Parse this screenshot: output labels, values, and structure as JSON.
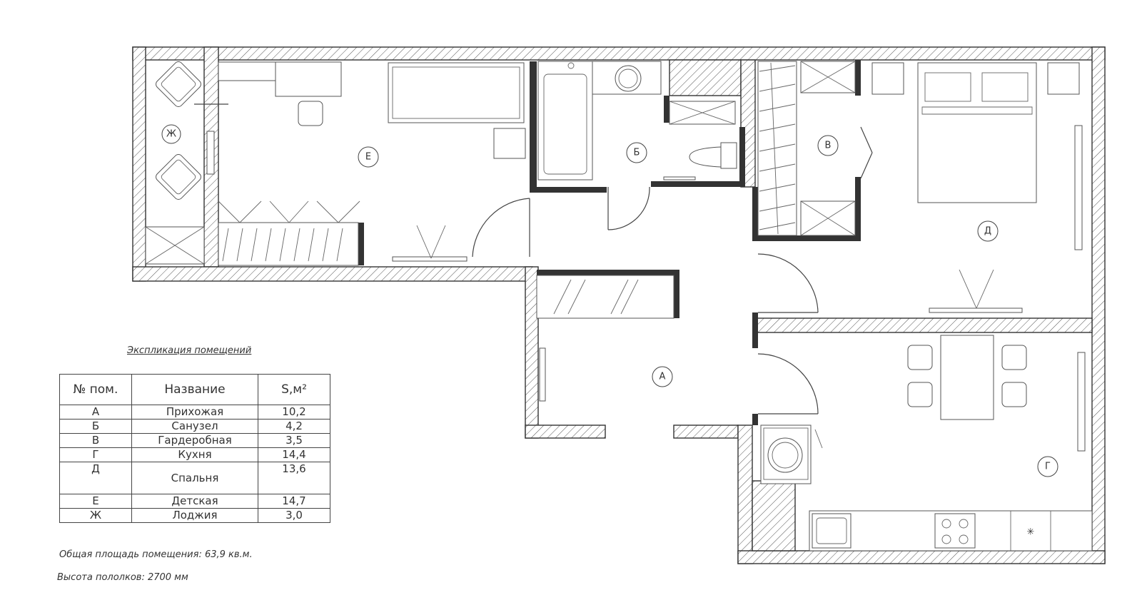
{
  "rooms": {
    "A": "А",
    "B": "Б",
    "V": "В",
    "G": "Г",
    "D": "Д",
    "E": "Е",
    "ZH": "Ж"
  },
  "explication": {
    "title": "Экспликация помещений",
    "headers": {
      "num": "№ пом.",
      "name": "Название",
      "area": "S,м²"
    },
    "rows": [
      {
        "num": "А",
        "name": "Прихожая",
        "area": "10,2"
      },
      {
        "num": "Б",
        "name": "Санузел",
        "area": "4,2"
      },
      {
        "num": "В",
        "name": "Гардеробная",
        "area": "3,5"
      },
      {
        "num": "Г",
        "name": "Кухня",
        "area": "14,4"
      },
      {
        "num": "Д",
        "name": "Спальня",
        "area": "13,6"
      },
      {
        "num": "Е",
        "name": "Детская",
        "area": "14,7"
      },
      {
        "num": "Ж",
        "name": "Лоджия",
        "area": "3,0"
      }
    ]
  },
  "notes": {
    "total_area": "Общая площадь помещения: 63,9 кв.м.",
    "ceiling": "Высота пололков: 2700 мм"
  },
  "colors": {
    "line": "#444444",
    "wall_fill": "#333333",
    "background": "#ffffff"
  }
}
